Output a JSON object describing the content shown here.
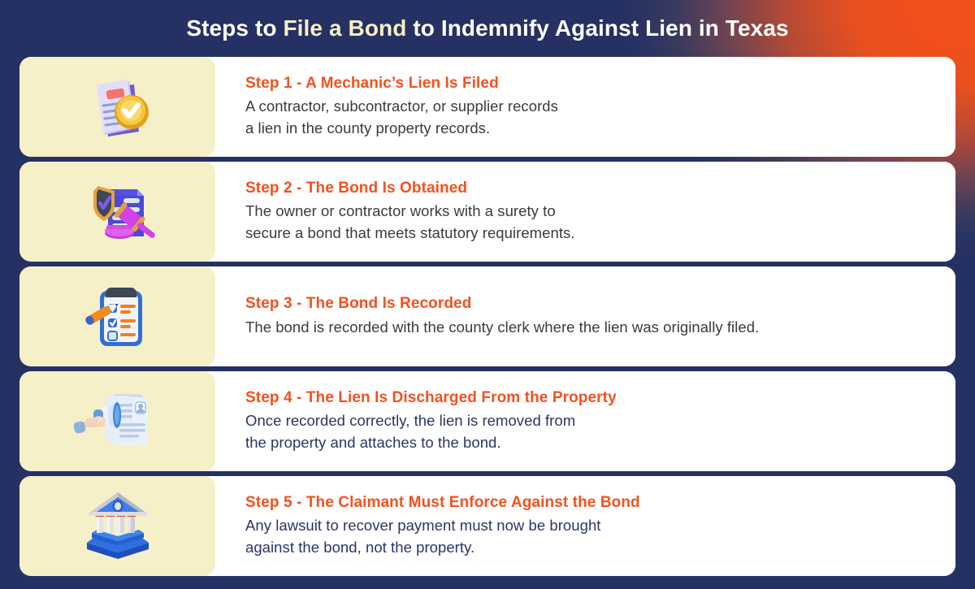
{
  "theme": {
    "background_navy": "#253162",
    "accent_orange": "#f4511e",
    "glow_orange": "#ef4f1c",
    "card_white": "#ffffff",
    "icon_panel_cream": "#f6f0c8",
    "title_highlight": "#f6efc4",
    "body_gray": "#3b3b3b",
    "body_navy": "#2b3566"
  },
  "header": {
    "title_part1": "Steps to ",
    "title_highlight": "File a Bond",
    "title_part2": " to Indemnify Against Lien in Texas",
    "title_full": "Steps to File a Bond to Indemnify Against Lien in Texas"
  },
  "steps": [
    {
      "number": "1",
      "title": "Step 1 - A Mechanic’s Lien Is Filed",
      "description": "A contractor, subcontractor, or supplier records\na lien in the county property records.",
      "icon_name": "document-check-badge-icon",
      "desc_color": "gray"
    },
    {
      "number": "2",
      "title": "Step 2 - The Bond Is Obtained",
      "description": "The owner or contractor works with a surety to\nsecure a bond that meets statutory requirements.",
      "icon_name": "shield-document-gavel-icon",
      "desc_color": "gray"
    },
    {
      "number": "3",
      "title": "Step 3 - The Bond Is Recorded",
      "description": "The bond is recorded with the county clerk where the lien was originally filed.",
      "icon_name": "clipboard-checklist-pen-icon",
      "desc_color": "gray"
    },
    {
      "number": "4",
      "title": "Step 4 - The Lien Is Discharged From the Property",
      "description": "Once recorded correctly, the lien is removed from\nthe property and attaches to the bond.",
      "icon_name": "megaphone-hand-document-icon",
      "desc_color": "navy"
    },
    {
      "number": "5",
      "title": "Step 5 - The Claimant Must Enforce Against the Bond",
      "description": "Any lawsuit to recover payment must now be brought\nagainst the bond, not the property.",
      "icon_name": "courthouse-building-icon",
      "desc_color": "navy"
    }
  ]
}
